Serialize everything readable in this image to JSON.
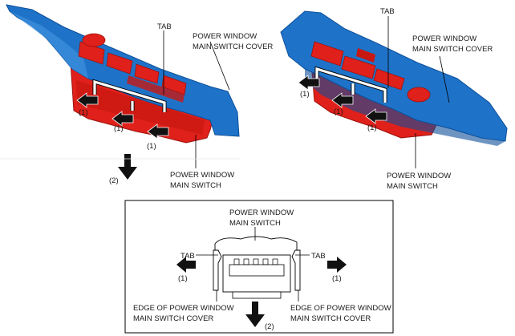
{
  "left_view": {
    "tab": "TAB",
    "cover_label": [
      "POWER WINDOW",
      "MAIN SWITCH COVER"
    ],
    "switch_label": [
      "POWER WINDOW",
      "MAIN SWITCH"
    ],
    "step1": "(1)",
    "step2": "(2)"
  },
  "right_view": {
    "tab": "TAB",
    "cover_label": [
      "POWER WINDOW",
      "MAIN SWITCH COVER"
    ],
    "switch_label": [
      "POWER WINDOW",
      "MAIN SWITCH"
    ],
    "step1": "(1)"
  },
  "detail": {
    "switch_label": [
      "POWER WINDOW",
      "MAIN SWITCH"
    ],
    "tab_left": "TAB",
    "tab_right": "TAB",
    "step1_left": "(1)",
    "step1_right": "(1)",
    "edge_left": [
      "EDGE OF POWER WINDOW",
      "MAIN SWITCH COVER"
    ],
    "edge_right": [
      "EDGE OF POWER WINDOW",
      "MAIN SWITCH COVER"
    ],
    "step2": "(2)"
  },
  "colors": {
    "cover": "#1e73c8",
    "cover_dark": "#0d4f9a",
    "switch": "#e0201a",
    "switch_dark": "#9c120e"
  }
}
